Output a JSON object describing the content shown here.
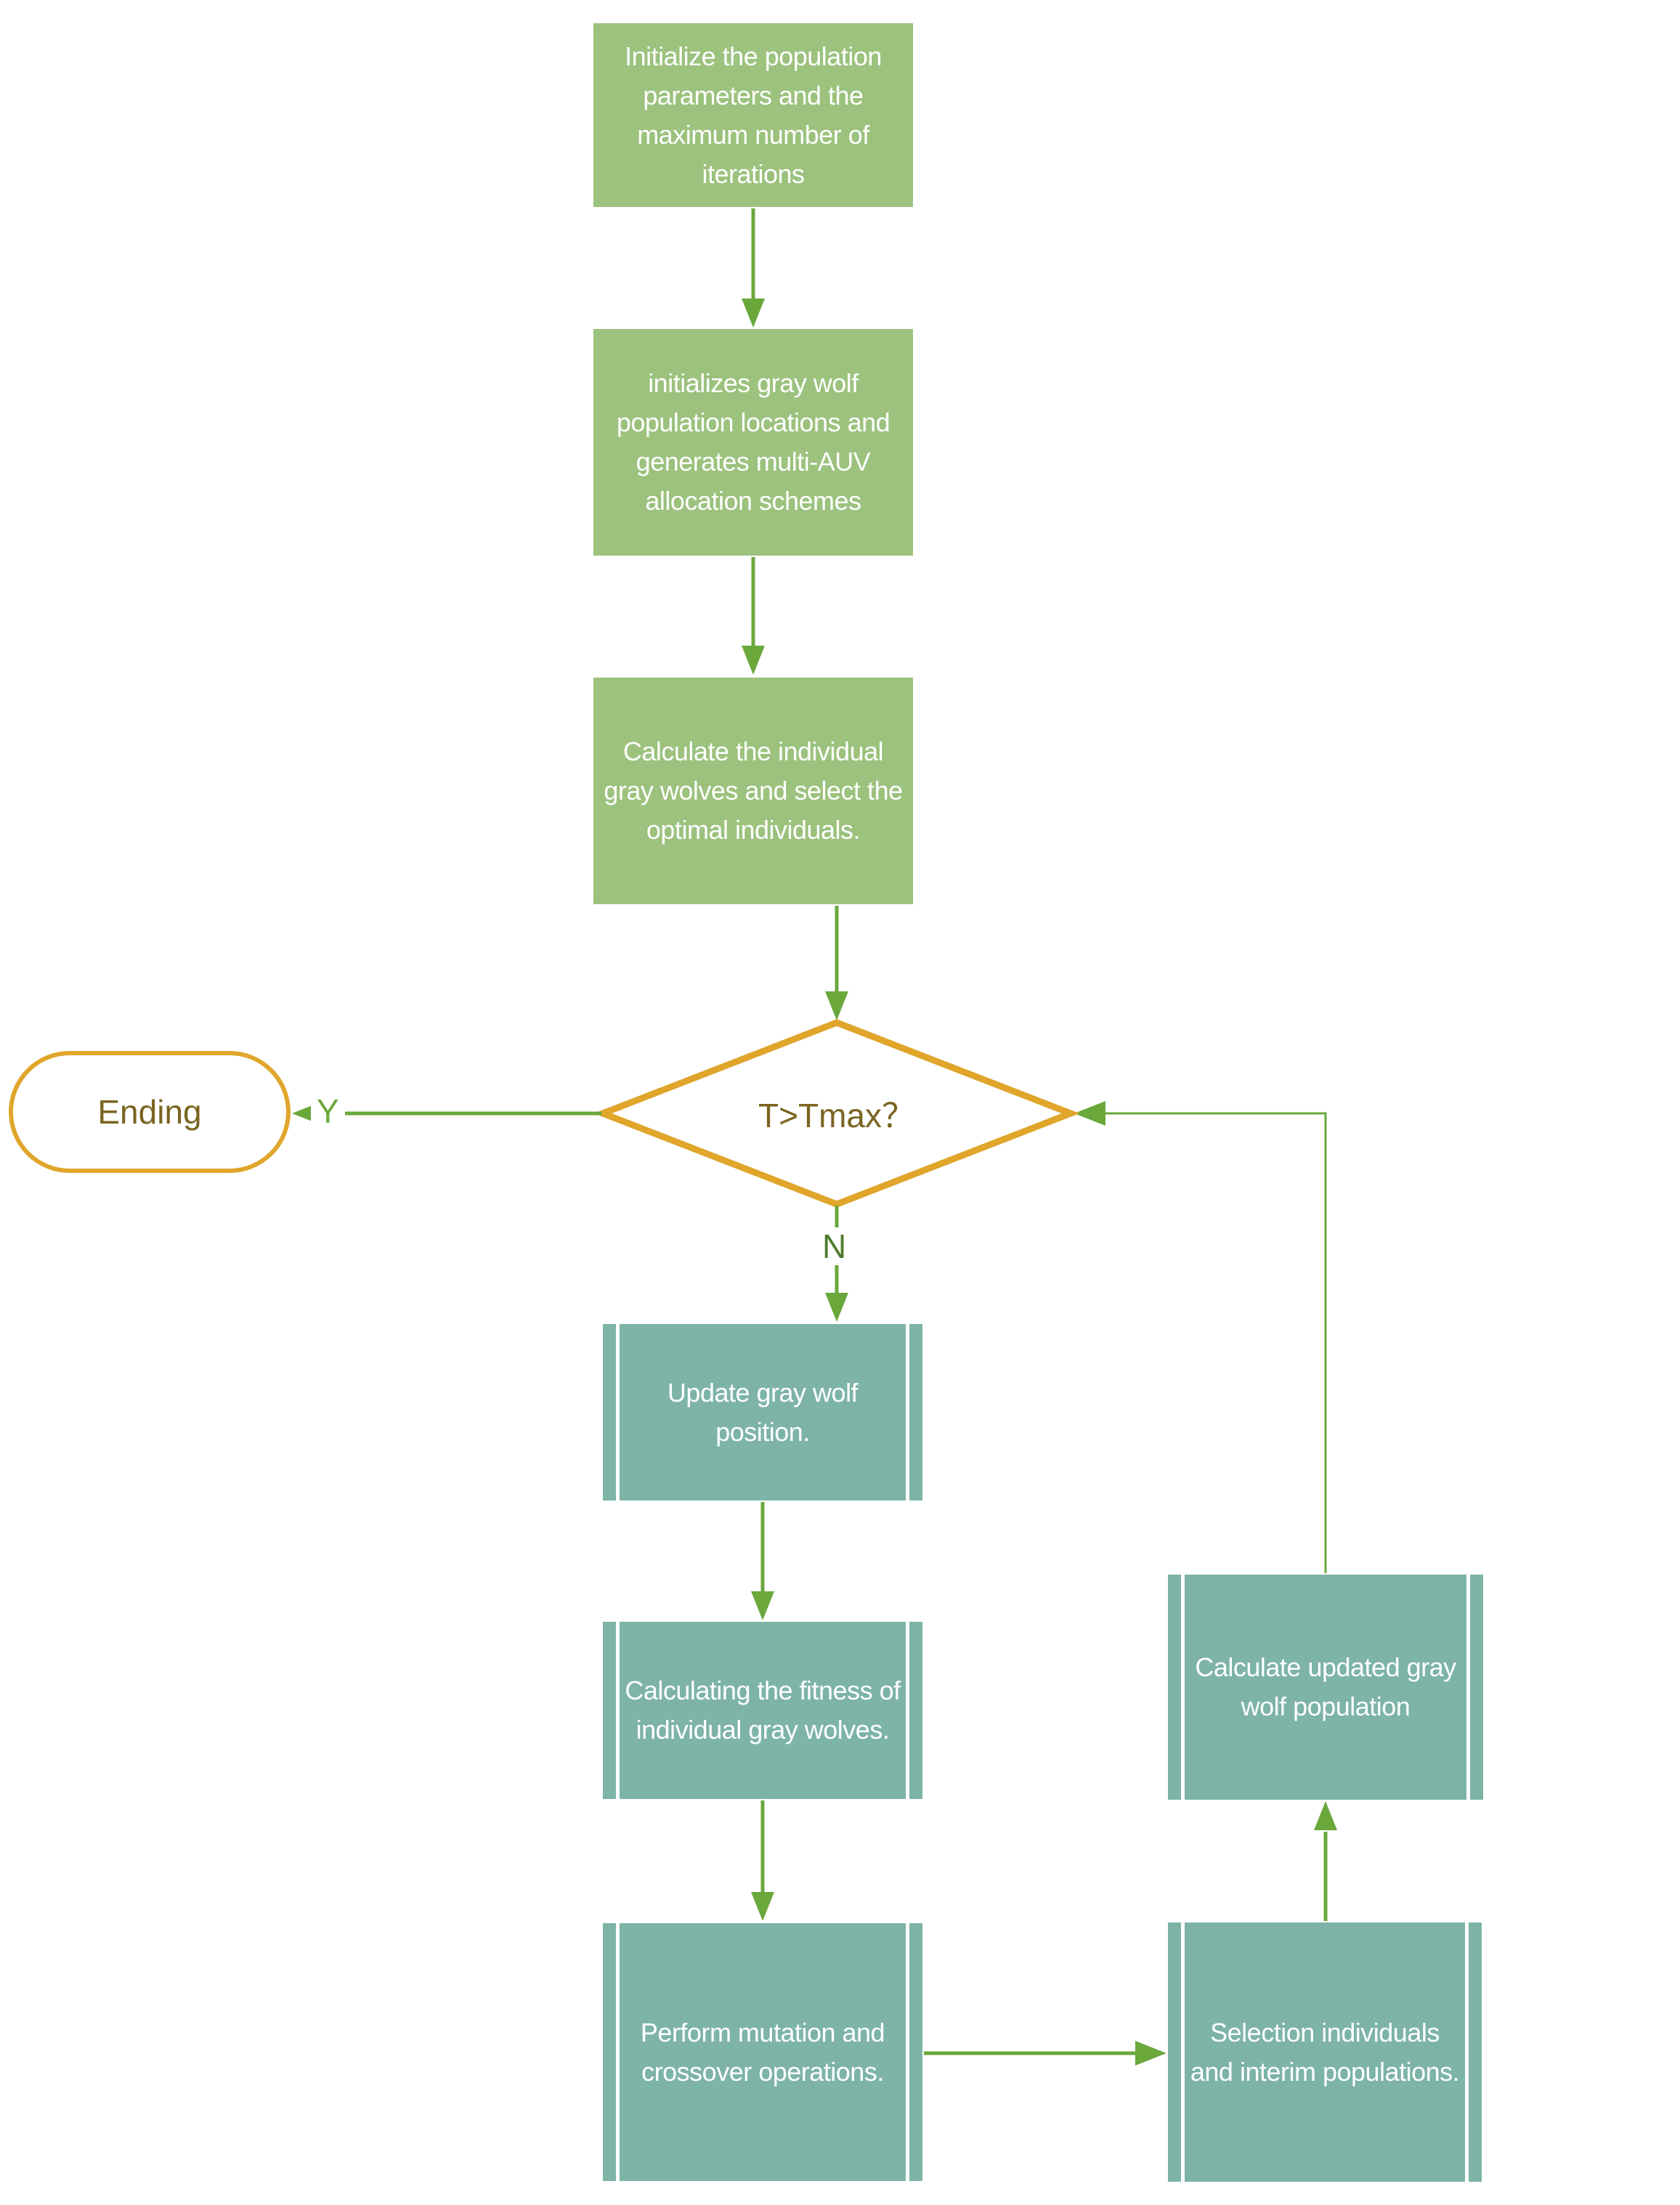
{
  "flowchart": {
    "colors": {
      "process_fill_green": "#9CC27E",
      "subroutine_fill_teal": "#7DB4A7",
      "terminator_stroke_orange": "#E0A52B",
      "decision_stroke_orange": "#E0A52B",
      "decision_text_olive": "#7A6420",
      "arrow_green": "#6AA83C",
      "no_label_green": "#4E7C2B",
      "node_text_white": "#FFFFFF"
    },
    "nodes": {
      "initialize_parameters": {
        "shape": "process",
        "label": "Initialize the population\nparameters and the\nmaximum number of\niterations"
      },
      "initialize_wolf_population": {
        "shape": "process",
        "label": "initializes gray wolf\npopulation locations and\ngenerates multi-AUV\nallocation schemes"
      },
      "calculate_individuals": {
        "shape": "process",
        "label": "Calculate the individual\ngray wolves and select the\noptimal individuals."
      },
      "decision_t_tmax": {
        "shape": "decision",
        "label": "T>Tmax？"
      },
      "ending": {
        "shape": "terminator",
        "label": "Ending"
      },
      "update_position": {
        "shape": "subroutine",
        "label": "Update gray wolf\nposition."
      },
      "calculate_fitness": {
        "shape": "subroutine",
        "label": "Calculating the fitness of\nindividual gray wolves."
      },
      "mutation_crossover": {
        "shape": "subroutine",
        "label": "Perform mutation and\ncrossover operations."
      },
      "selection_individuals": {
        "shape": "subroutine",
        "label": "Selection individuals\nand interim populations."
      },
      "calculate_updated_population": {
        "shape": "subroutine",
        "label": "Calculate updated gray\nwolf population"
      }
    },
    "edge_labels": {
      "yes": "Y",
      "no": "N"
    },
    "edges": [
      {
        "from": "initialize_parameters",
        "to": "initialize_wolf_population",
        "label": ""
      },
      {
        "from": "initialize_wolf_population",
        "to": "calculate_individuals",
        "label": ""
      },
      {
        "from": "calculate_individuals",
        "to": "decision_t_tmax",
        "label": ""
      },
      {
        "from": "decision_t_tmax",
        "to": "ending",
        "label": "Y"
      },
      {
        "from": "decision_t_tmax",
        "to": "update_position",
        "label": "N"
      },
      {
        "from": "update_position",
        "to": "calculate_fitness",
        "label": ""
      },
      {
        "from": "calculate_fitness",
        "to": "mutation_crossover",
        "label": ""
      },
      {
        "from": "mutation_crossover",
        "to": "selection_individuals",
        "label": ""
      },
      {
        "from": "selection_individuals",
        "to": "calculate_updated_population",
        "label": ""
      },
      {
        "from": "calculate_updated_population",
        "to": "decision_t_tmax",
        "label": ""
      }
    ]
  }
}
